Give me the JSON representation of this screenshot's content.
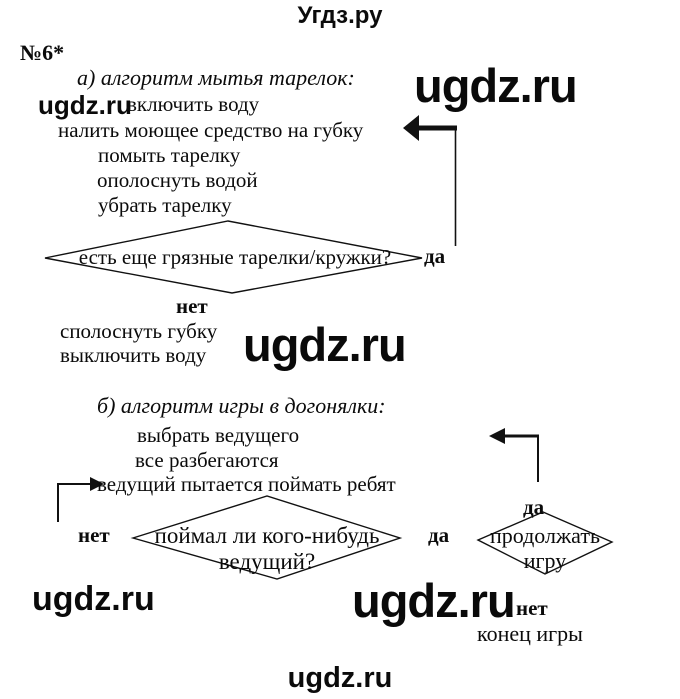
{
  "header": {
    "site_title": "Угдз.ру"
  },
  "problem": {
    "number": "№6*"
  },
  "watermark": {
    "label": "ugdz.ru"
  },
  "part_a": {
    "title": "а) алгоритм мытья тарелок:",
    "steps": [
      "включить воду",
      "налить моющее средство на губку",
      "помыть тарелку",
      "ополоснуть водой",
      "убрать тарелку"
    ],
    "decision": "есть еще грязные тарелки/кружки?",
    "yes_label": "да",
    "no_label": "нет",
    "after_steps": [
      "сполоснуть губку",
      "выключить воду"
    ]
  },
  "part_b": {
    "title": "б) алгоритм игры в догонялки:",
    "steps": [
      "выбрать ведущего",
      "все разбегаются",
      "ведущий пытается поймать ребят"
    ],
    "decision_line1": "поймал ли кого-нибудь",
    "decision_line2": "ведущий?",
    "yes_label": "да",
    "no_label": "нет",
    "continue_line1": "продолжать",
    "continue_line2": "игру",
    "continue_yes_label": "да",
    "continue_no_label": "нет",
    "end_text": "конец игры"
  },
  "footer": {
    "site_label": "ugdz.ru"
  }
}
